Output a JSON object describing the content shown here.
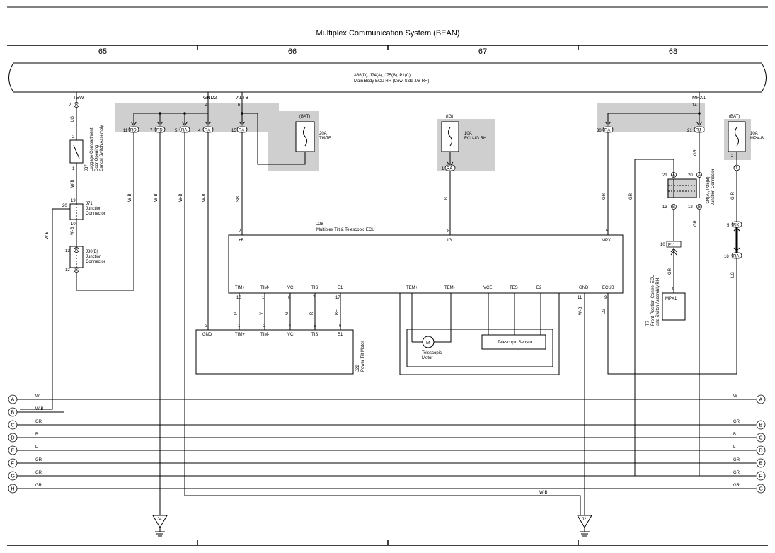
{
  "title": "Multiplex Communication System (BEAN)",
  "columns": [
    "65",
    "66",
    "67",
    "68"
  ],
  "ecu_header": {
    "line1": "A36(D), J74(A), J75(B), P1(C)",
    "line2": "Main Body ECU RH (Cowl Side J/B RH)"
  },
  "ecu_pins": {
    "tsw": "TSW",
    "gnd2": "GND2",
    "altb": "ALTB",
    "mpx1": "MPX1",
    "tsw_no": "2",
    "gnd2_no": "4",
    "altb_no": "6",
    "mpx1_no": "14"
  },
  "connectors": {
    "c11": "11",
    "c11_id": "RD",
    "c7": "7",
    "c7_id": "RD",
    "c5": "5",
    "c5_id": "RA",
    "c4": "4",
    "c4_id": "RA",
    "c15": "15",
    "c15_id": "RA",
    "c1": "1",
    "c1_id": "RA",
    "c30": "30",
    "c30_id": "RA",
    "c21": "21",
    "c21_id": "RJ",
    "c2b": "B",
    "c2b_no": "2"
  },
  "fuses": {
    "tilt": {
      "supply": "(BAT)",
      "amp": "20A",
      "name": "TI&TE"
    },
    "ecuig": {
      "supply": "(IG)",
      "amp": "10A",
      "name": "ECU-IG RH"
    },
    "mpxb": {
      "supply": "(BAT)",
      "amp": "10A",
      "name": "MPX-B",
      "pin_out": "2",
      "pin_circle": "1"
    }
  },
  "components": {
    "j37": {
      "id": "J37",
      "name1": "Luggage Compartment",
      "name2": "Door Opening",
      "name3": "Cancel Switch Assembly",
      "pin_top": "2",
      "pin_bottom": "1"
    },
    "j71": {
      "id": "J71",
      "name1": "Junction",
      "name2": "Connector",
      "pin_top": "19",
      "pin_left": "20",
      "pin_bottom": "10"
    },
    "j80": {
      "id": "J80(B)",
      "name1": "Junction",
      "name2": "Connector",
      "pin_top": "13",
      "pin_bottom": "12",
      "pin_id": "B"
    },
    "j28": {
      "id": "J28",
      "name": "Multiplex Tilt & Telescopic ECU",
      "top_pins": [
        {
          "no": "2",
          "name": "+B"
        },
        {
          "no": "8",
          "name": "IG"
        },
        {
          "no": "5",
          "name": "MPX1"
        }
      ],
      "bottom_pins": [
        {
          "no": "10",
          "name": "TIM+"
        },
        {
          "no": "1",
          "name": "TIM-"
        },
        {
          "no": "6",
          "name": "VCI"
        },
        {
          "no": "7",
          "name": "TIS"
        },
        {
          "no": "17",
          "name": "E1"
        },
        {
          "no": "",
          "name": "TEM+"
        },
        {
          "no": "",
          "name": "TEM-"
        },
        {
          "no": "",
          "name": "VCE"
        },
        {
          "no": "",
          "name": "TES"
        },
        {
          "no": "",
          "name": "E2"
        },
        {
          "no": "11",
          "name": "GND"
        },
        {
          "no": "9",
          "name": "ECUB"
        }
      ]
    },
    "j22": {
      "id": "J22",
      "name": "Power Tilt Motor",
      "pins": [
        {
          "no": "3",
          "name": "GND"
        },
        {
          "no": "1",
          "name": "TIM+"
        },
        {
          "no": "2",
          "name": "TIM-"
        },
        {
          "no": "4",
          "name": "VCI"
        },
        {
          "no": "5",
          "name": "TIS"
        },
        {
          "no": "6",
          "name": "E1"
        }
      ]
    },
    "tele_motor": {
      "name1": "Telescopic",
      "name2": "Motor",
      "symbol": "M"
    },
    "tele_sensor": {
      "name": "Telescopic Sensor"
    },
    "p24": {
      "id": "P24(A), P25(B)",
      "name": "Junction Connector",
      "pin_tl": "21",
      "pin_tl_id": "A",
      "pin_tr": "20",
      "pin_tr_id": "A",
      "pin_bl": "13",
      "pin_bl_id": "B",
      "pin_br": "12",
      "pin_br_id": "B"
    },
    "p11": {
      "label": "P11",
      "pin": "10"
    },
    "t7": {
      "id": "T7",
      "name1": "Front Position Control ECU",
      "name2": "and Switch Assembly RH",
      "pin": "1",
      "pin_name": "MPX1"
    },
    "rk": {
      "no": "5",
      "id": "RK"
    },
    "ra18": {
      "no": "18",
      "id": "RA"
    }
  },
  "wire_colors": {
    "lg": "LG",
    "wb": "W-B",
    "sb": "SB",
    "b": "B",
    "gr": "GR",
    "gr_r": "G-R",
    "p": "P",
    "v": "V",
    "g": "G",
    "r": "R",
    "be": "BE"
  },
  "grounds": {
    "left": "J4",
    "right": "J2"
  },
  "buses": [
    {
      "left": "A",
      "right": "A",
      "color": "W"
    },
    {
      "left": "B",
      "right": "",
      "color": "W-B"
    },
    {
      "left": "C",
      "right": "B",
      "color": "GR"
    },
    {
      "left": "D",
      "right": "C",
      "color": "B"
    },
    {
      "left": "E",
      "right": "D",
      "color": "L"
    },
    {
      "left": "F",
      "right": "E",
      "color": "GR"
    },
    {
      "left": "G",
      "right": "F",
      "color": "GR"
    },
    {
      "left": "H",
      "right": "G",
      "color": "GR"
    }
  ],
  "bottom_wb": "W-B"
}
